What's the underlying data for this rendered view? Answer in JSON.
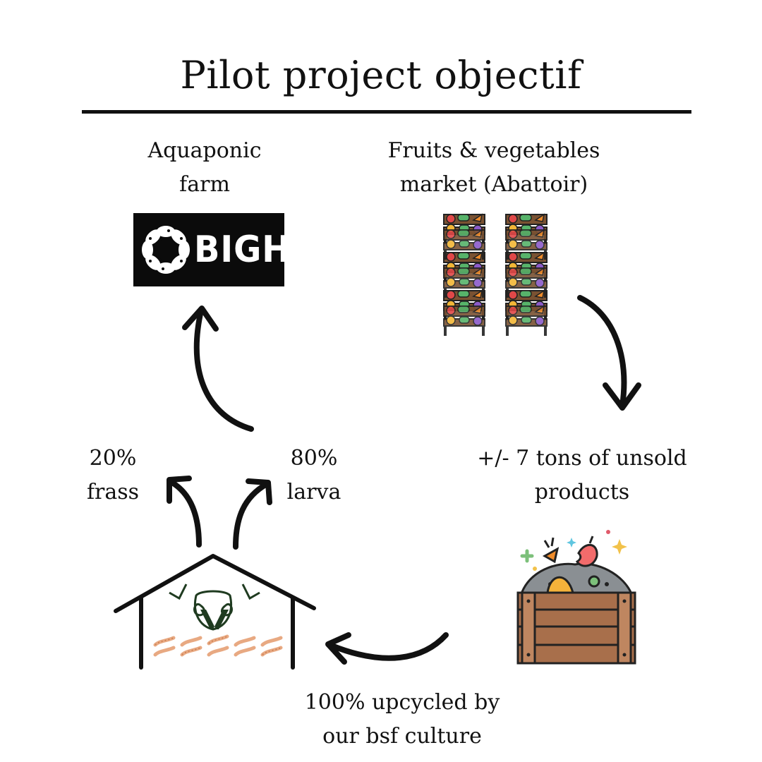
{
  "title": "Pilot project objectif",
  "nodes": {
    "aquaponic": {
      "label_line1": "Aquaponic",
      "label_line2": "farm"
    },
    "market": {
      "label_line1": "Fruits & vegetables",
      "label_line2": "market (Abattoir)"
    },
    "unsold": {
      "label_line1": "+/- 7 tons of unsold",
      "label_line2": "products"
    },
    "upcycled": {
      "label_line1": "100% upcycled by",
      "label_line2": "our bsf culture"
    },
    "frass": {
      "label_line1": "20%",
      "label_line2": "frass"
    },
    "larva": {
      "label_line1": "80%",
      "label_line2": "larva"
    }
  },
  "logo": {
    "text": "BIGH"
  },
  "icons": {
    "market": "market-stall-icon",
    "compost": "compost-crate-icon",
    "bsf_house": "bsf-insect-house-icon"
  },
  "colors": {
    "text": "#111111",
    "logo_bg": "#0b0b0b",
    "crate": "#a86f4b",
    "soil": "#8a8f93",
    "insect": "#1f3b20",
    "larvae": "#e8a982"
  }
}
